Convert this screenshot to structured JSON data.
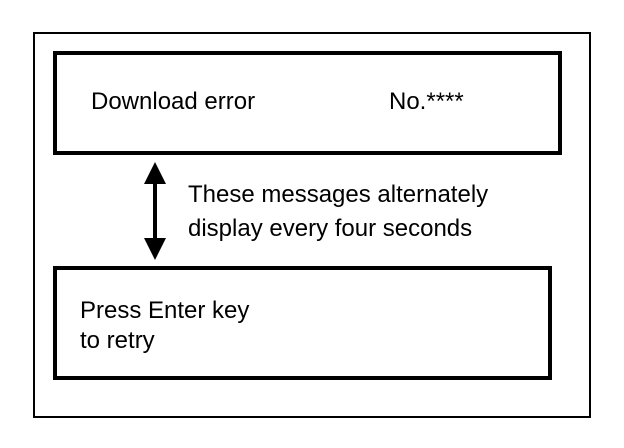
{
  "screen_1": {
    "error_text": "Download error",
    "error_code": "No.****"
  },
  "screen_2": {
    "prompt_text": "Press Enter key\nto retry"
  },
  "annotation": {
    "text": "These messages alternately\ndisplay every four seconds"
  },
  "icons": {
    "arrow": "double-headed-vertical-arrow-icon"
  },
  "colors": {
    "ink": "#000000",
    "background": "#ffffff"
  }
}
